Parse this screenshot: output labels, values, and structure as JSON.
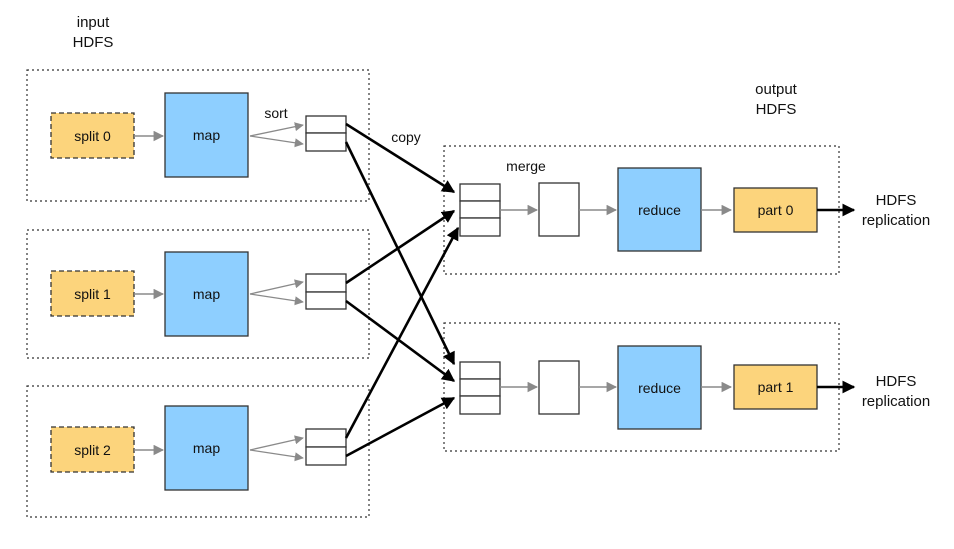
{
  "labels": {
    "input_hdfs": [
      "input",
      "HDFS"
    ],
    "output_hdfs": [
      "output",
      "HDFS"
    ],
    "sort": "sort",
    "copy": "copy",
    "merge": "merge",
    "hdfs_replication": [
      "HDFS",
      "replication"
    ]
  },
  "map_stage": [
    {
      "split": "split 0",
      "map": "map"
    },
    {
      "split": "split 1",
      "map": "map"
    },
    {
      "split": "split 2",
      "map": "map"
    }
  ],
  "reduce_stage": [
    {
      "reduce": "reduce",
      "part": "part 0"
    },
    {
      "reduce": "reduce",
      "part": "part 1"
    }
  ],
  "colors": {
    "split_fill": "#fcd47c",
    "map_fill": "#8ecfff",
    "part_fill": "#fcd47c",
    "gray_arrow": "#8a8a8a",
    "black_arrow": "#000000"
  }
}
